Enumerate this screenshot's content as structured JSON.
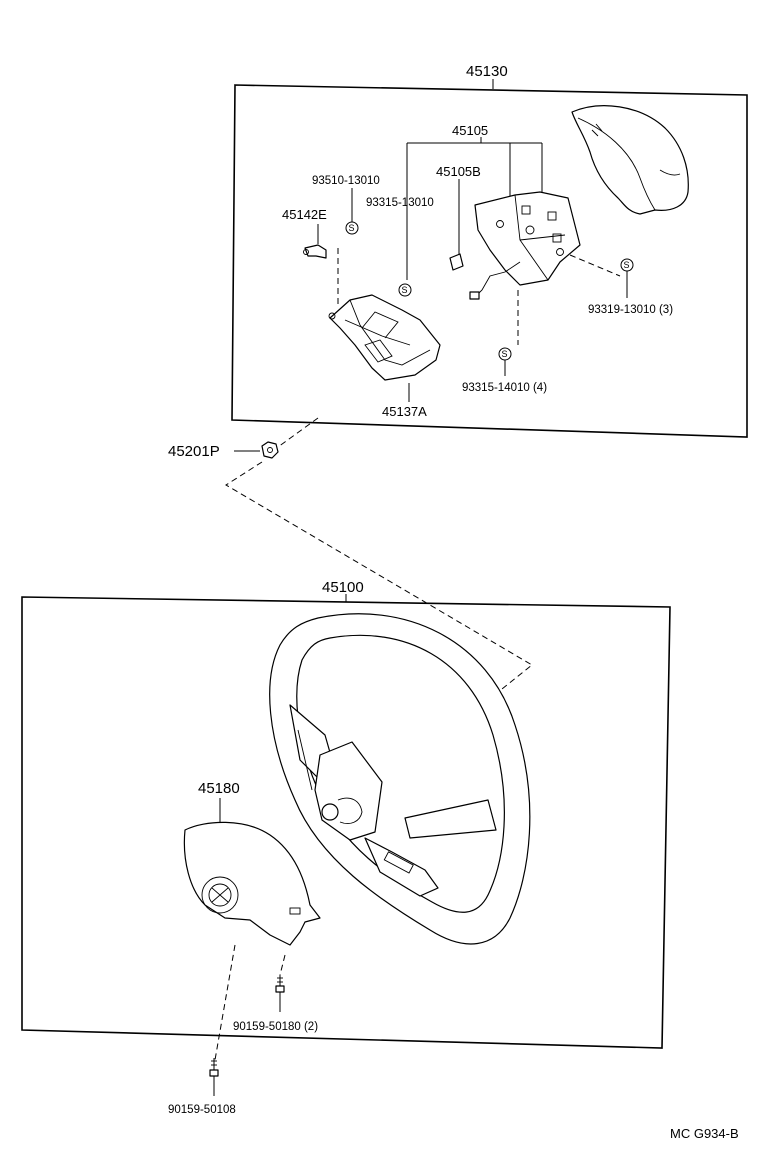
{
  "parts": {
    "pad_assembly": "45130",
    "horn_button_assembly": "45105",
    "horn_button_sub": "45105B",
    "clip_45142E": "45142E",
    "screw_93510": "93510-13010",
    "screw_93315_13010": "93315-13010",
    "screw_93319": "93319-13010 (3)",
    "screw_93315_14010": "93315-14010 (4)",
    "bracket": "45137A",
    "nut": "45201P",
    "wheel_assembly": "45100",
    "cover": "45180",
    "screw_90159_50180": "90159-50180 (2)",
    "screw_90159_50108": "90159-50108"
  },
  "symbols": {
    "screw_marker": "S"
  },
  "footer": {
    "code": "MC G934-B"
  }
}
